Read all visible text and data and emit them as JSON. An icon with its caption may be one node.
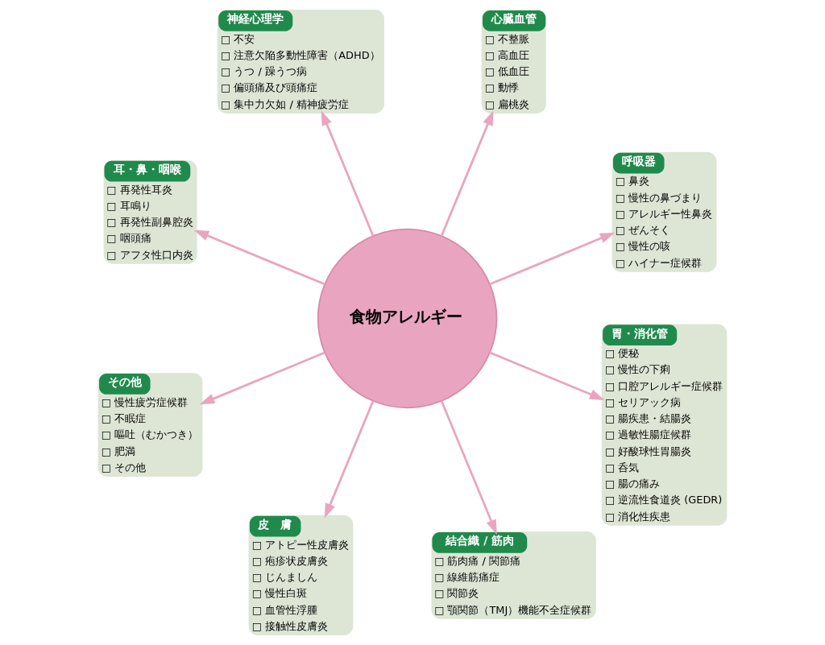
{
  "diagram": {
    "nodes": [
      {
        "text": [
          "神経心理学",
          "□ 不安",
          "□ 注意欠陥多動性障害（ADHD）",
          "□ うつ / 躁うつ病",
          "□ 偏頭痛及び頭痛症",
          "□ 集中力欠如 / 精神疲労症"
        ]
      },
      {
        "text": [
          "心臓血管",
          "□ 不整脈",
          "□ 高血圧",
          "□ 低血圧",
          "□ 動悸",
          "□ 扁桃炎"
        ]
      },
      {
        "text": [
          "耳・鼻・咽喉",
          "□ 再発性耳炎",
          "□ 耳鳴り",
          "□ 再発性副鼻腔炎",
          "□ 咽頭痛",
          "□ アフタ性口内炎"
        ]
      },
      {
        "text": [
          "呼吸器",
          "□ 鼻炎",
          "□ 慢性の鼻づまり",
          "□ アレルギー性鼻炎",
          "□ ぜんそく",
          "□ 慢性の咳",
          "□ ハイナー症候群"
        ]
      },
      {
        "text": [
          "その他",
          "□ 慢性疲労症候群",
          "□ 不眠症",
          "□ 嘔吐（むかつき）",
          "□ 肥満",
          "□ その他"
        ]
      },
      {
        "text": [
          "食物アレルギー"
        ]
      },
      {
        "text": [
          "胃・消化管",
          "□ 便秘",
          "□ 慢性の下痢",
          "□ 口腔アレルギー症候群",
          "□ セリアック病",
          "□ 腸疾患・結腸炎",
          "□ 過敏性腸症候群",
          "□ 好酸球性胃腸炎",
          "□ 呑気",
          "□ 腸の痛み",
          "□ 逆流性食道炎 (GEDR)",
          "□ 消化性疾患"
        ]
      },
      {
        "text": [
          "皮　膚",
          "□ アトピー性皮膚炎",
          "□ 疱疹状皮膚炎",
          "□ じんましん",
          "□ 慢性白斑",
          "□ 血管性浮腫",
          "□ 接触性皮膚炎"
        ]
      },
      {
        "text": [
          "結合織 / 筋肉",
          "□ 筋肉痛 / 関節痛",
          "□ 線維筋痛症",
          "□ 関節炎",
          "□ 顎関節（TMJ）機能不全症候群"
        ]
      }
    ],
    "edges": [
      {
        "from": 5,
        "to": 0,
        "arrow": "to"
      },
      {
        "from": 5,
        "to": 1,
        "arrow": "to"
      },
      {
        "from": 5,
        "to": 3,
        "arrow": "to"
      },
      {
        "from": 5,
        "to": 6,
        "arrow": "to"
      },
      {
        "from": 5,
        "to": 8,
        "arrow": "to"
      },
      {
        "from": 5,
        "to": 7,
        "arrow": "to"
      },
      {
        "from": 5,
        "to": 4,
        "arrow": "to"
      },
      {
        "from": 5,
        "to": 2,
        "arrow": "to"
      }
    ]
  }
}
